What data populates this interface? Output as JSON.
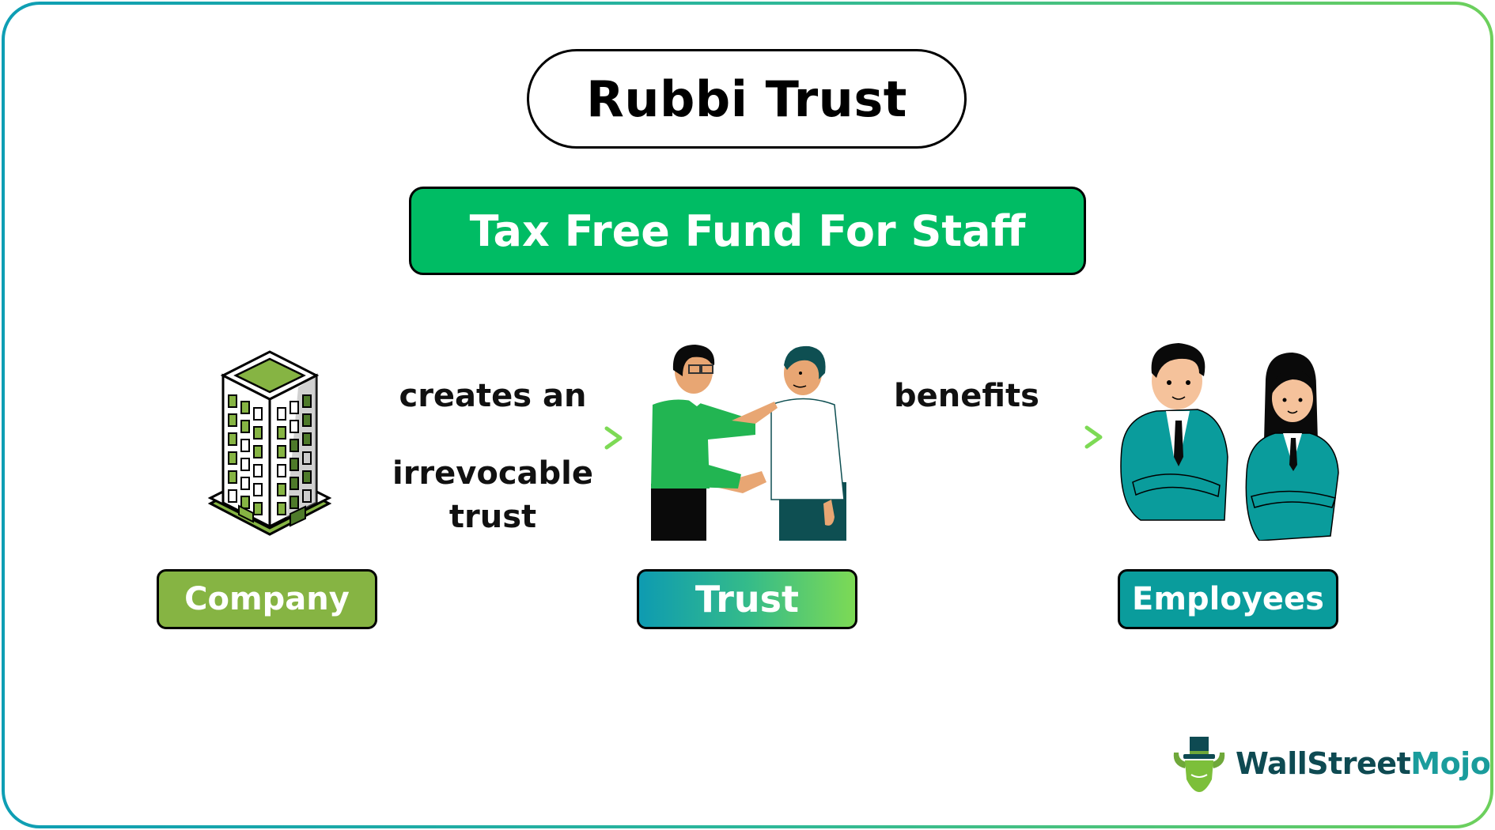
{
  "title": "Rubbi Trust",
  "banner": {
    "text": "Tax Free Fund For Staff",
    "color": "#00bc64"
  },
  "flow": {
    "nodes": [
      {
        "id": "company",
        "label": "Company",
        "icon": "office-building-icon",
        "color": "#86b443"
      },
      {
        "id": "trust",
        "label": "Trust",
        "icon": "handshake-people-icon",
        "gradient": [
          "#0e9bb1",
          "#7dda55"
        ]
      },
      {
        "id": "employees",
        "label": "Employees",
        "icon": "employees-group-icon",
        "color": "#0a9c9c"
      }
    ],
    "edges": [
      {
        "from": "company",
        "to": "trust",
        "label_top": "creates an",
        "label_bottom_1": "irrevocable",
        "label_bottom_2": "trust"
      },
      {
        "from": "trust",
        "to": "employees",
        "label_top": "benefits"
      }
    ]
  },
  "branding": {
    "logo_part1": "WallStreet",
    "logo_part2": "Mojo",
    "logo_icon": "bull-with-top-hat-icon",
    "colors": {
      "dark": "#0e4a52",
      "light": "#1a9c9c"
    }
  },
  "colors": {
    "frame_gradient": [
      "#0e9eb4",
      "#6dd05c"
    ],
    "arrow_gradient": [
      "#0e9bb1",
      "#7dda55"
    ]
  }
}
